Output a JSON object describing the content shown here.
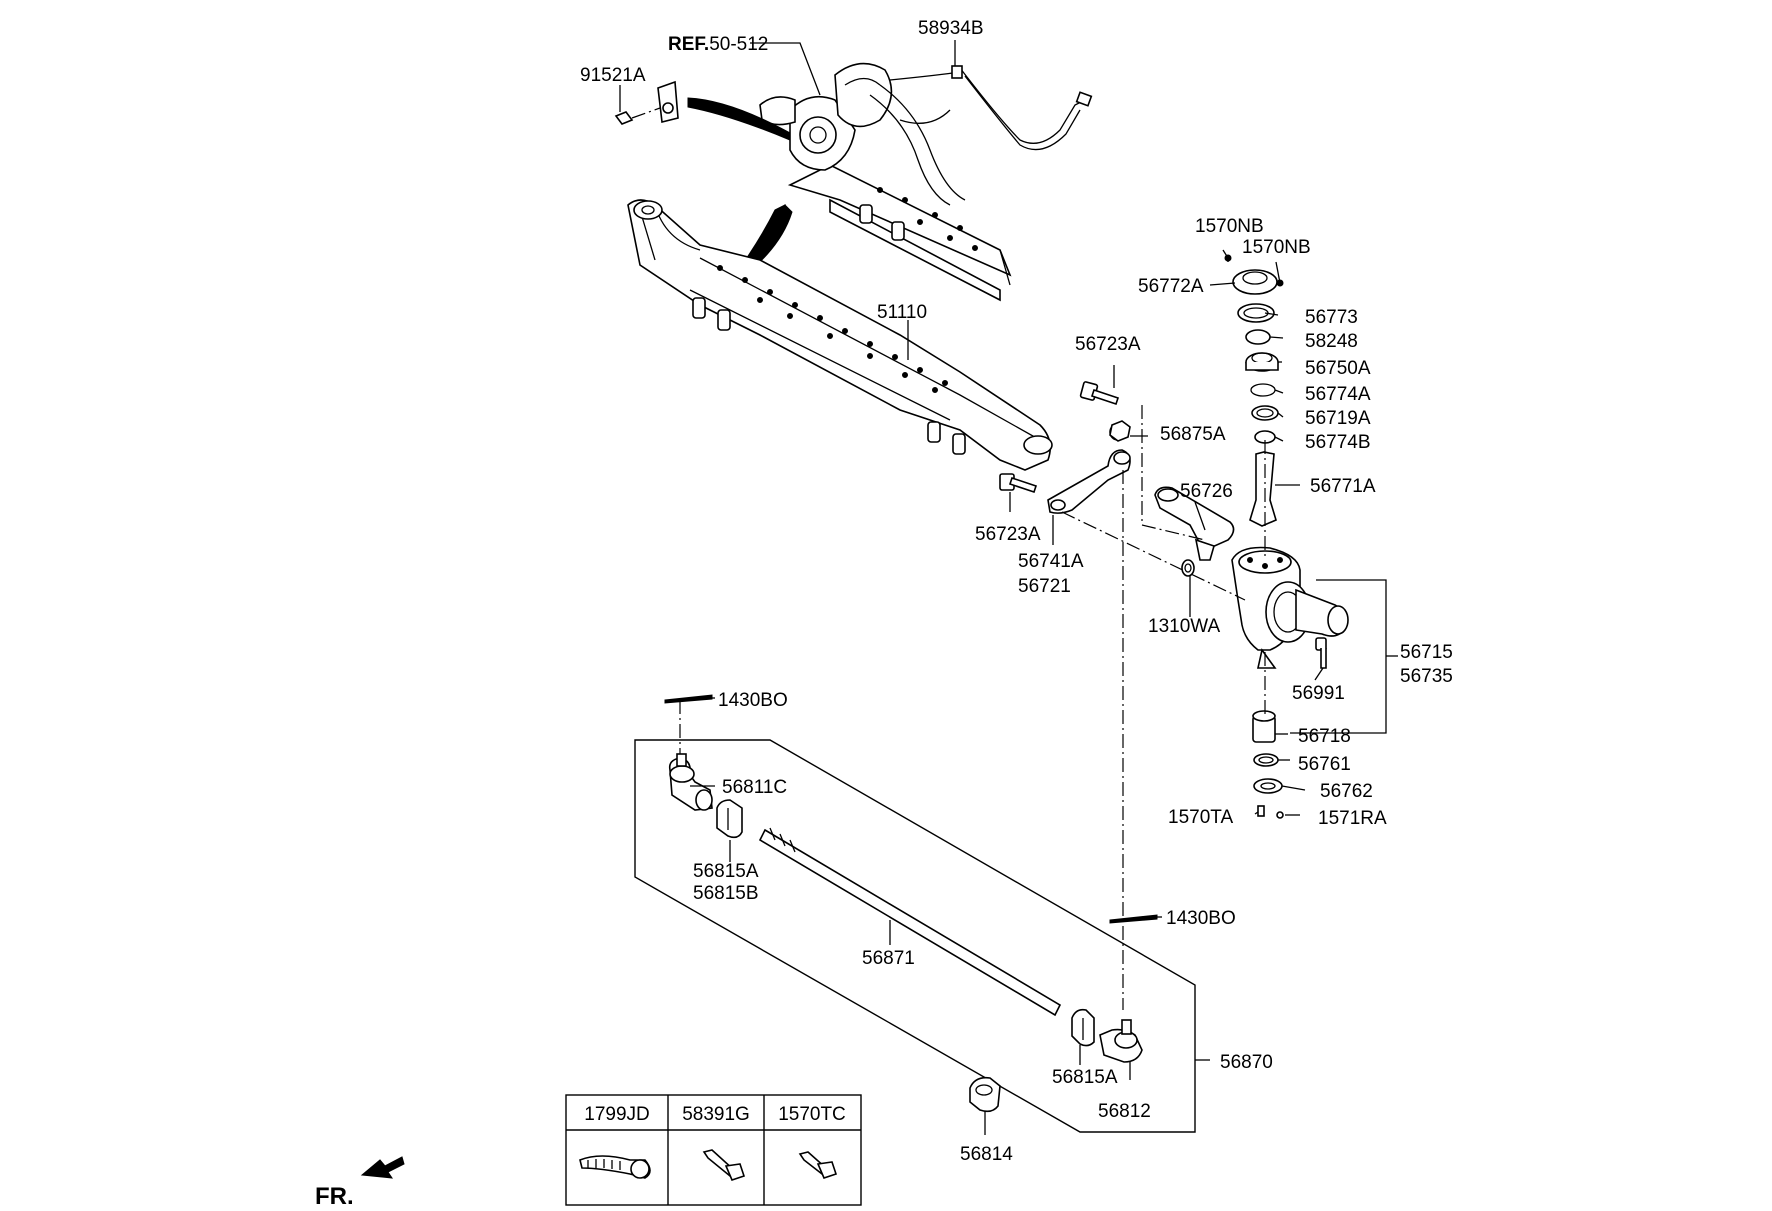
{
  "ref_prefix": "REF.",
  "ref_number": "50-512",
  "labels": {
    "p91521A": "91521A",
    "p58934B": "58934B",
    "p51110": "51110",
    "p1570NB_a": "1570NB",
    "p1570NB_b": "1570NB",
    "p56772A": "56772A",
    "p56773": "56773",
    "p58248": "58248",
    "p56750A": "56750A",
    "p56774A": "56774A",
    "p56719A": "56719A",
    "p56774B": "56774B",
    "p56771A": "56771A",
    "p56723A_top": "56723A",
    "p56875A": "56875A",
    "p56726": "56726",
    "p56723A_bot": "56723A",
    "p56741A": "56741A",
    "p56721": "56721",
    "p1310WA": "1310WA",
    "p56715": "56715",
    "p56735": "56735",
    "p56991": "56991",
    "p56718": "56718",
    "p56761": "56761",
    "p56762": "56762",
    "p1570TA": "1570TA",
    "p1571RA": "1571RA",
    "p1430BO_top": "1430BO",
    "p56811C": "56811C",
    "p56815A_l": "56815A",
    "p56815B": "56815B",
    "p56871": "56871",
    "p1430BO_bot": "1430BO",
    "p56870": "56870",
    "p56815A_r": "56815A",
    "p56812": "56812",
    "p56814": "56814"
  },
  "parts_table": {
    "headers": [
      "1799JD",
      "58391G",
      "1570TC"
    ]
  },
  "front_indicator": "FR."
}
